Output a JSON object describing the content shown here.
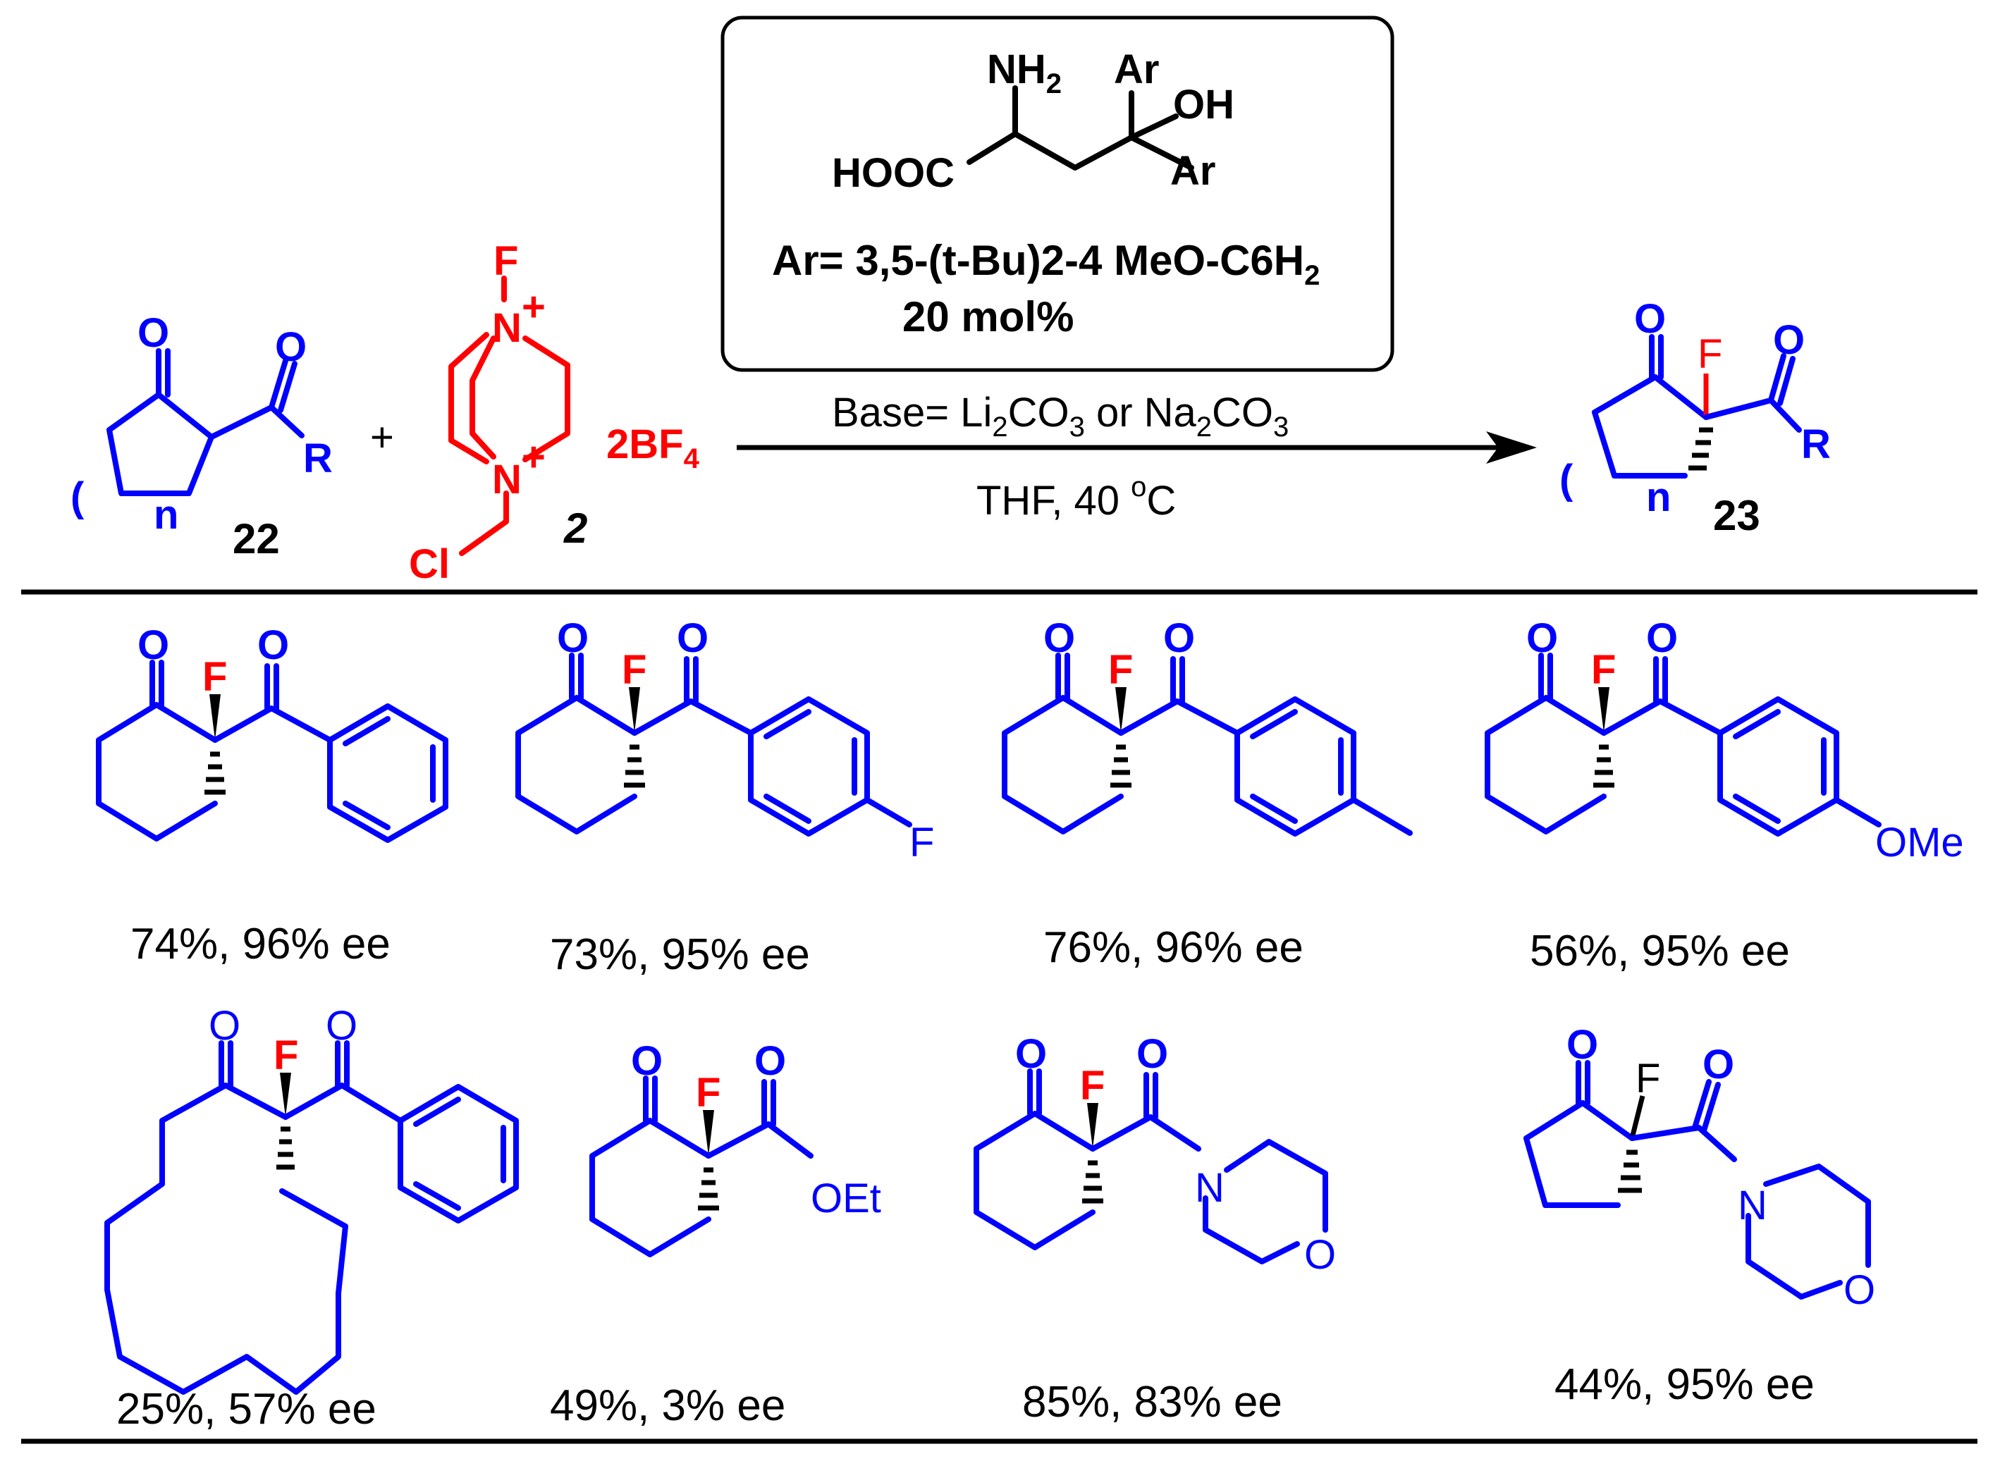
{
  "catalyst": {
    "nh2": "NH",
    "nh2_sub": "2",
    "ar_top": "Ar",
    "oh": "OH",
    "hooc": "HOOC",
    "ar_bottom": "Ar",
    "ar_def": "Ar= 3,5-(t-Bu)2-4 MeO-C6H",
    "ar_def_sub": "2",
    "loading": "20 mol%"
  },
  "reaction": {
    "base_prefix": "Base= Li",
    "base_sub1": "2",
    "base_mid": "CO",
    "base_sub2": "3",
    "base_or": " or Na",
    "base_sub3": "2",
    "base_co": "CO",
    "base_sub4": "3",
    "solvent": "THF,  40 ",
    "degree": "o",
    "celsius": "C",
    "plus": "+"
  },
  "substrate": {
    "label": "22",
    "o1": "O",
    "o2": "O",
    "r": "R",
    "n": "n",
    "paren": "("
  },
  "reagent": {
    "label": "2",
    "f": "F",
    "n_top": "N",
    "n_bottom": "N",
    "plus_top": "+",
    "plus_bottom": "+",
    "cl": "Cl",
    "counterion": "2BF",
    "counterion_sub": "4"
  },
  "product": {
    "label": "23",
    "o1": "O",
    "o2": "O",
    "f": "F",
    "r": "R",
    "n": "n",
    "paren": "("
  },
  "examples": [
    {
      "yield": "74%, 96% ee"
    },
    {
      "yield": "73%, 95% ee",
      "substituent": "F"
    },
    {
      "yield": "76%, 96% ee"
    },
    {
      "yield": "56%, 95% ee",
      "substituent": "OMe"
    },
    {
      "yield": "25%, 57% ee"
    },
    {
      "yield": "49%, 3% ee",
      "substituent": "OEt"
    },
    {
      "yield": "85%, 83% ee",
      "n": "N",
      "o": "O"
    },
    {
      "yield": "44%, 95% ee",
      "n": "N",
      "o": "O"
    }
  ],
  "atoms": {
    "o": "O",
    "f": "F"
  }
}
